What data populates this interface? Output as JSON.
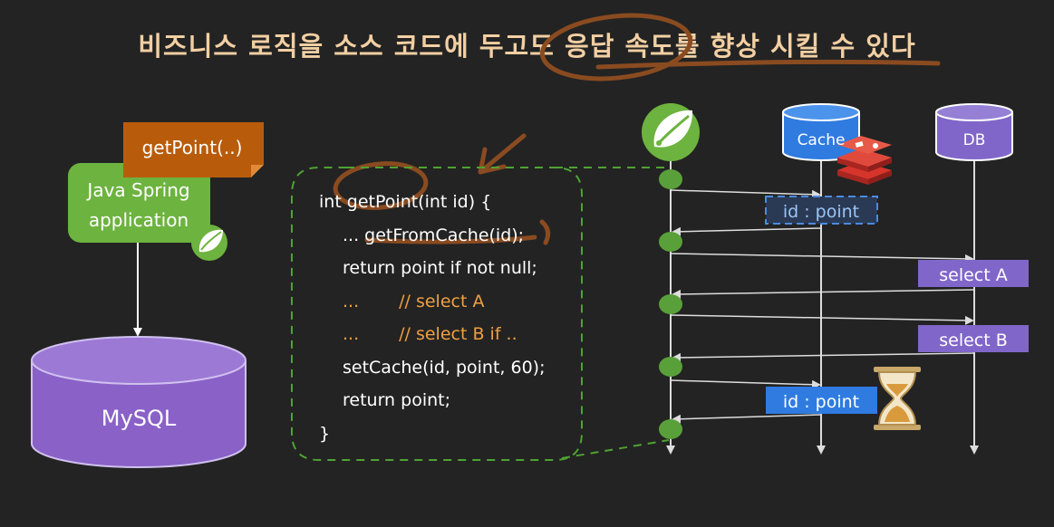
{
  "title": "비즈니스 로직을 소스 코드에 두고도 응답 속도를 향상 시킬 수 있다",
  "left_panel": {
    "method_label": "getPoint(..)",
    "app_label_line1": "Java Spring",
    "app_label_line2": "application",
    "db_label": "MySQL"
  },
  "code": {
    "lines": [
      "int getPoint(int id) {",
      "... getFromCache(id);",
      "return point if not null;",
      "...",
      "// select A",
      "...",
      "// select B if ..",
      "setCache(id, point, 60);",
      "return point;",
      "}"
    ]
  },
  "sequence": {
    "cache_label": "Cache",
    "db_label": "DB",
    "msg_cache_read": "id : point",
    "msg_select_a": "select A",
    "msg_select_b": "select B",
    "msg_cache_write": "id : point"
  },
  "colors": {
    "background": "#232323",
    "title": "#f2cfa3",
    "spring_green": "#6db33f",
    "method_box": "#b85c0c",
    "mysql_purple": "#8a61c7",
    "cache_blue": "#2f7be0",
    "db_purple": "#8066c9",
    "annotation_brown": "#8a4b20",
    "code_comment": "#f0a040"
  }
}
